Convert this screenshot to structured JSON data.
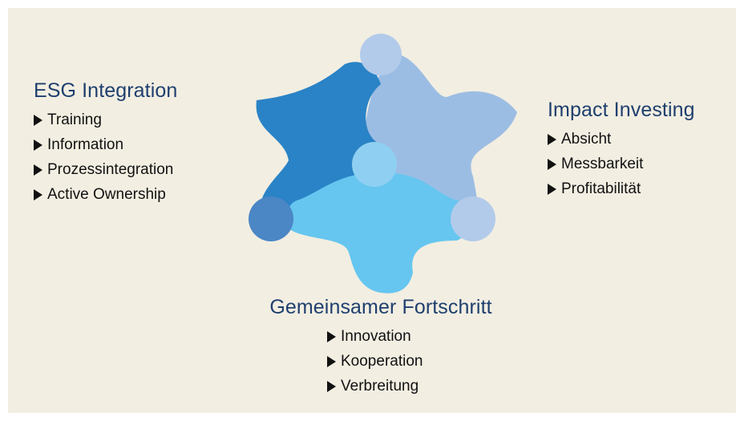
{
  "colors": {
    "background": "#f2eee2",
    "heading": "#1f3f6e",
    "dark_blue": "#2a83c6",
    "light_blue": "#9cbde3",
    "sky_blue": "#66c6ef",
    "circle_dark": "#4b86c5",
    "circle_light": "#b3cbea",
    "center": "#8fd0f2"
  },
  "groups": {
    "esg": {
      "title": "ESG Integration",
      "items": [
        "Training",
        "Information",
        "Prozessintegration",
        "Active Ownership"
      ]
    },
    "impact": {
      "title": "Impact Investing",
      "items": [
        "Absicht",
        "Messbarkeit",
        "Profitabilität"
      ]
    },
    "common": {
      "title": "Gemeinsamer Fortschritt",
      "items": [
        "Innovation",
        "Kooperation",
        "Verbreitung"
      ]
    }
  },
  "logo": {
    "icon": "interlocking-stars-icon"
  }
}
